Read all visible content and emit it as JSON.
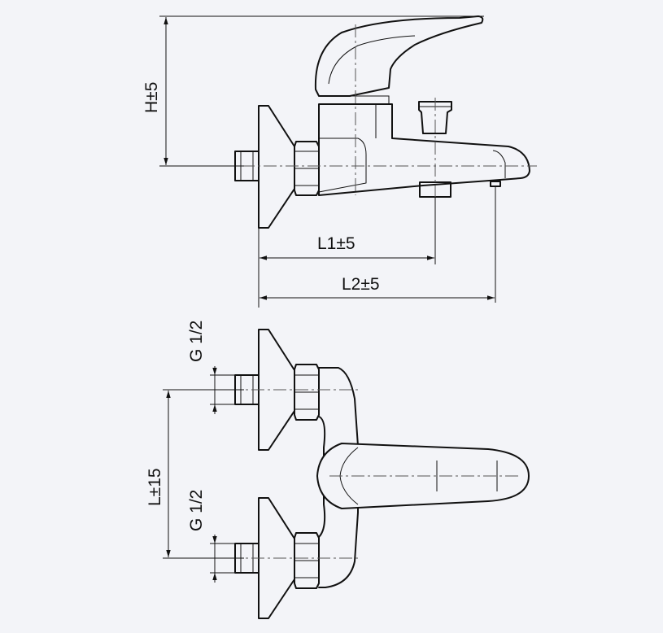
{
  "labels": {
    "height": "H±5",
    "length1": "L1±5",
    "length2": "L2±5",
    "thread_upper": "G 1/2",
    "thread_lower": "G 1/2",
    "spacing": "L±15"
  },
  "colors": {
    "background": "#f3f4f8",
    "line": "#111111",
    "centerline": "#555555"
  }
}
